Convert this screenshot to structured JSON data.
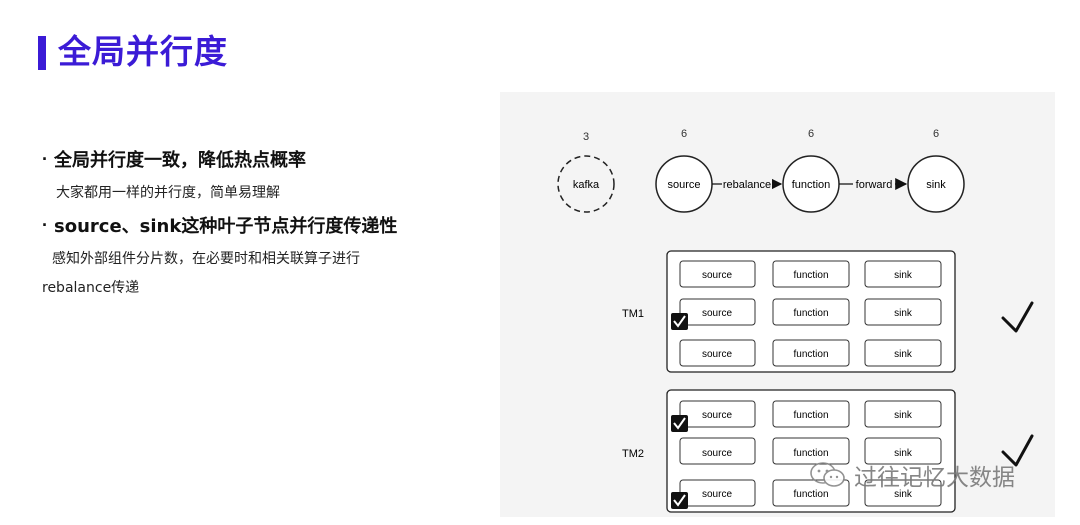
{
  "slide": {
    "title": "全局并行度",
    "bullets": [
      {
        "text": "全局并行度一致，降低热点概率",
        "sub": [
          "大家都用一样的并行度，简单易理解"
        ]
      },
      {
        "text": "source、sink这种叶子节点并行度传递性",
        "sub": [
          "感知外部组件分片数，在必要时和相关联算子进行",
          "rebalance传递"
        ]
      }
    ]
  },
  "diagram": {
    "graph": {
      "nodes": [
        {
          "label": "kafka",
          "parallelism": "3",
          "dashed": true
        },
        {
          "label": "source",
          "parallelism": "6",
          "dashed": false
        },
        {
          "label": "function",
          "parallelism": "6",
          "dashed": false
        },
        {
          "label": "sink",
          "parallelism": "6",
          "dashed": false
        }
      ],
      "edges": [
        {
          "label": "rebalance"
        },
        {
          "label": "forward"
        }
      ]
    },
    "taskmanagers": [
      {
        "name": "TM1",
        "rows": [
          [
            "source",
            "function",
            "sink"
          ],
          [
            "source",
            "function",
            "sink"
          ],
          [
            "source",
            "function",
            "sink"
          ]
        ],
        "checked_rows": [
          1
        ],
        "overall_ok": true
      },
      {
        "name": "TM2",
        "rows": [
          [
            "source",
            "function",
            "sink"
          ],
          [
            "source",
            "function",
            "sink"
          ],
          [
            "source",
            "function",
            "sink"
          ]
        ],
        "checked_rows": [
          0,
          2
        ],
        "overall_ok": true
      }
    ]
  },
  "watermark": {
    "text": "过往记忆大数据",
    "icon": "wechat-icon"
  }
}
